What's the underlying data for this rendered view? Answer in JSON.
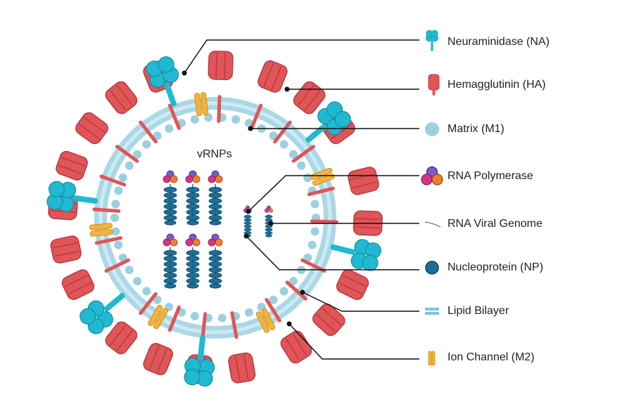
{
  "diagram": {
    "center_label": "vRNPs",
    "legend": [
      {
        "key": "na",
        "label": "Neuraminidase (NA)",
        "icon": "neuraminidase-icon"
      },
      {
        "key": "ha",
        "label": "Hemagglutinin (HA)",
        "icon": "hemagglutinin-icon"
      },
      {
        "key": "m1",
        "label": "Matrix (M1)",
        "icon": "matrix-icon"
      },
      {
        "key": "pol",
        "label": "RNA Polymerase",
        "icon": "rna-polymerase-icon"
      },
      {
        "key": "genome",
        "label": "RNA Viral Genome",
        "icon": "rna-genome-icon"
      },
      {
        "key": "np",
        "label": "Nucleoprotein (NP)",
        "icon": "nucleoprotein-icon"
      },
      {
        "key": "lipid",
        "label": "Lipid Bilayer",
        "icon": "lipid-bilayer-icon"
      },
      {
        "key": "m2",
        "label": "Ion Channel (M2)",
        "icon": "ion-channel-icon"
      }
    ],
    "colors": {
      "ha": "#e05558",
      "ha_dark": "#b73a3f",
      "na": "#21b9d2",
      "na_dark": "#118ea3",
      "matrix": "#9ccfe0",
      "membrane_outer": "#a9d8e6",
      "membrane_inner": "#cfeaf3",
      "m2": "#f4b43a",
      "m2_dark": "#d48c17",
      "np": "#1b6f97",
      "np_dark": "#0d3f5b",
      "pol_purple": "#7b5bc9",
      "pol_orange": "#ef7d33",
      "pol_pink": "#d6358b",
      "line": "#111111"
    }
  }
}
